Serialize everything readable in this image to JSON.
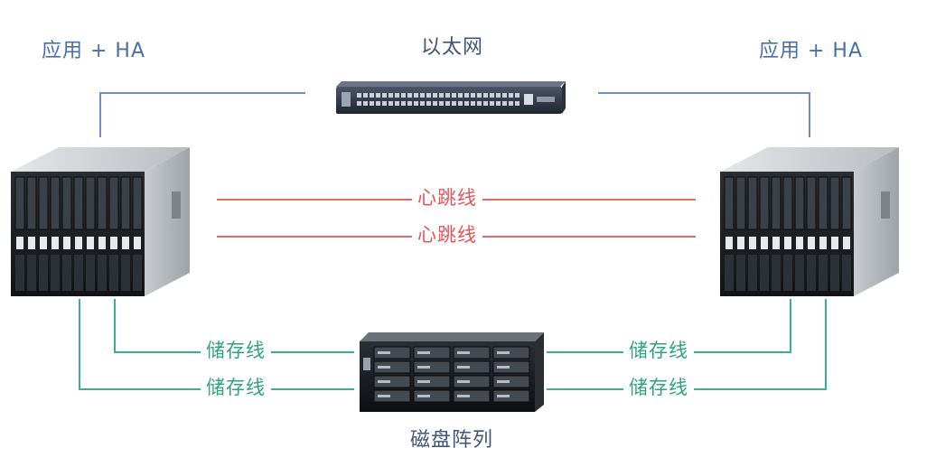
{
  "nodes": {
    "left_server_label": "应用 + HA",
    "right_server_label": "应用 + HA",
    "switch_label": "以太网",
    "storage_label": "磁盘阵列"
  },
  "links": {
    "heartbeat_1": "心跳线",
    "heartbeat_2": "心跳线",
    "storage_left_1": "储存线",
    "storage_left_2": "储存线",
    "storage_right_1": "储存线",
    "storage_right_2": "储存线"
  },
  "colors": {
    "ethernet_line": "#6f8ccc",
    "heartbeat_line": "#e56a6e",
    "storage_line": "#3bb08c",
    "label_blue": "#4a6fae",
    "label_red": "#e0565b",
    "label_green": "#2fa37f"
  }
}
